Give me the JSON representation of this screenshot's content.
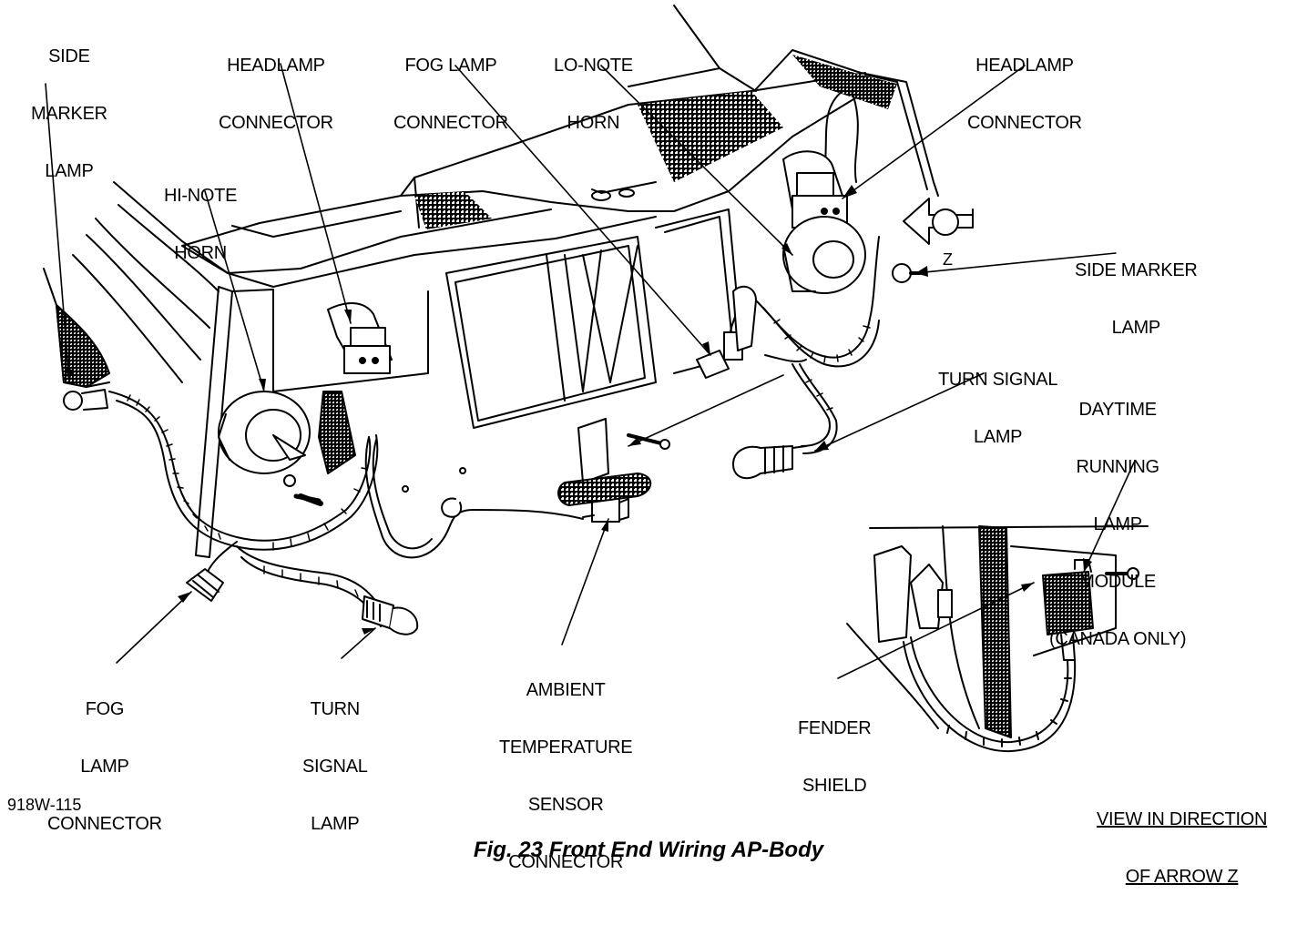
{
  "labels": {
    "side_marker_left": [
      "SIDE",
      "MARKER",
      "LAMP"
    ],
    "headlamp_left": [
      "HEADLAMP",
      "CONNECTOR"
    ],
    "fog_lamp_top": [
      "FOG LAMP",
      "CONNECTOR"
    ],
    "lo_note_horn": [
      "LO-NOTE",
      "HORN"
    ],
    "headlamp_right": [
      "HEADLAMP",
      "CONNECTOR"
    ],
    "hi_note_horn": [
      "HI-NOTE",
      "HORN"
    ],
    "side_marker_right": [
      "SIDE MARKER",
      "LAMP"
    ],
    "turn_signal_right": [
      "TURN SIGNAL",
      "LAMP"
    ],
    "drl_module": [
      "DAYTIME",
      "RUNNING",
      "LAMP",
      "MODULE",
      "(CANADA ONLY)"
    ],
    "fog_lamp_bottom": [
      "FOG",
      "LAMP",
      "CONNECTOR"
    ],
    "turn_signal_bottom": [
      "TURN",
      "SIGNAL",
      "LAMP"
    ],
    "ambient_sensor": [
      "AMBIENT",
      "TEMPERATURE",
      "SENSOR",
      "CONNECTOR"
    ],
    "fender_shield": [
      "FENDER",
      "SHIELD"
    ],
    "view_direction": [
      "VIEW IN DIRECTION",
      "OF ARROW Z"
    ],
    "arrow_z": "Z"
  },
  "figure_code": "918W-115",
  "caption": "Fig. 23 Front End Wiring AP-Body"
}
